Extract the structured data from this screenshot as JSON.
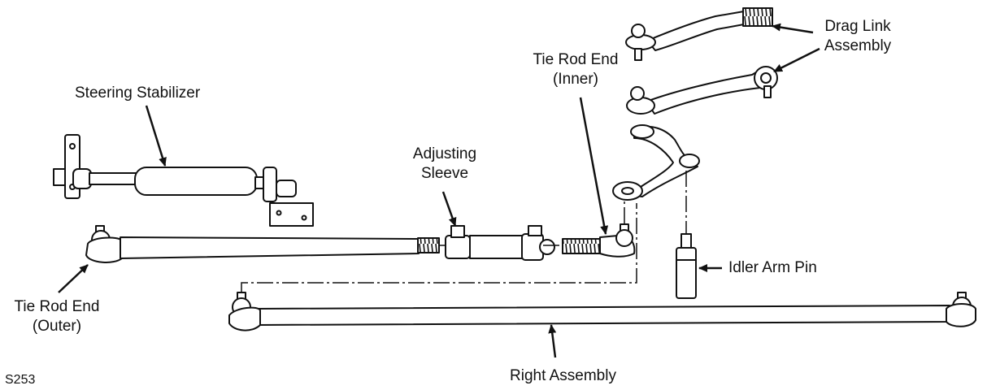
{
  "labels": {
    "drag_link_line1": "Drag Link",
    "drag_link_line2": "Assembly",
    "tie_rod_inner_line1": "Tie Rod End",
    "tie_rod_inner_line2": "(Inner)",
    "steering_stabilizer": "Steering Stabilizer",
    "adjusting_sleeve_line1": "Adjusting",
    "adjusting_sleeve_line2": "Sleeve",
    "idler_arm_pin": "Idler Arm Pin",
    "tie_rod_outer_line1": "Tie Rod End",
    "tie_rod_outer_line2": "(Outer)",
    "right_assembly": "Right Assembly",
    "figure_code": "S253"
  }
}
